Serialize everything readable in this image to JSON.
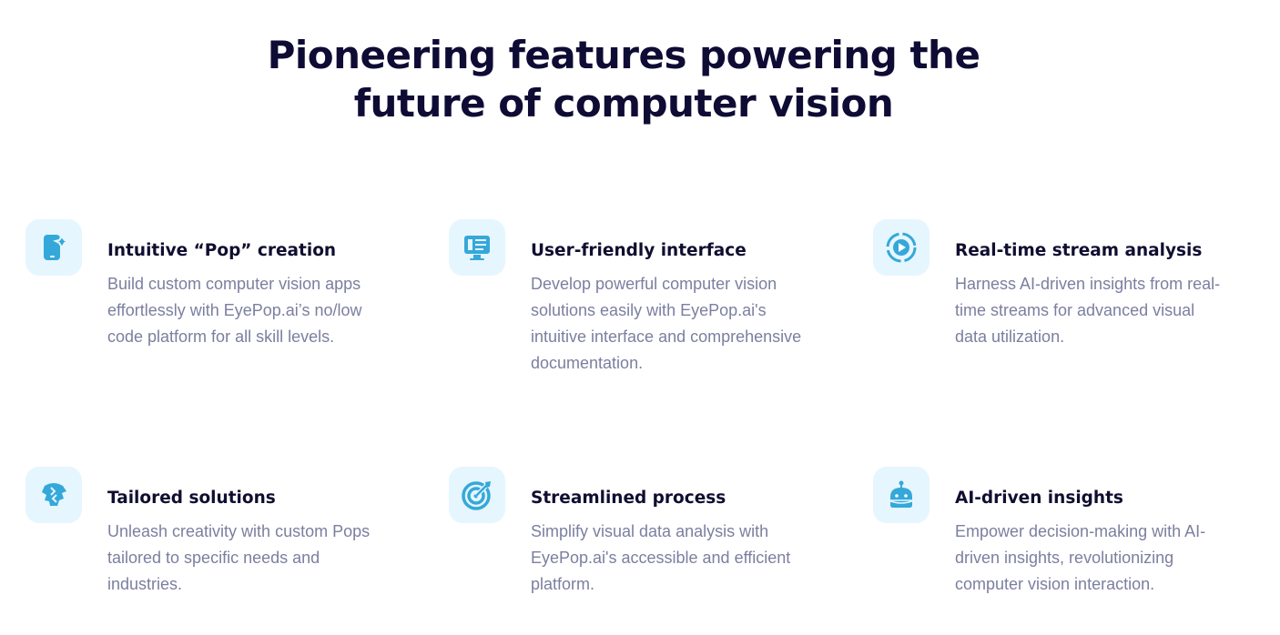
{
  "heading": {
    "line1": "Pioneering features powering the",
    "line2": "future of computer vision"
  },
  "accent": "#35a8da",
  "features": [
    {
      "icon": "phone-sparkle-icon",
      "title": "Intuitive “Pop” creation",
      "description": "Build custom computer vision apps effortlessly with EyePop.ai’s no/low code platform for all skill levels."
    },
    {
      "icon": "monitor-icon",
      "title": "User-friendly interface",
      "description": "Develop powerful computer vision solutions easily with EyePop.ai's intuitive interface and comprehensive documentation."
    },
    {
      "icon": "stream-play-icon",
      "title": "Real-time stream analysis",
      "description": "Harness AI-driven insights from real-time streams for advanced visual data utilization."
    },
    {
      "icon": "puzzle-head-icon",
      "title": "Tailored solutions",
      "description": "Unleash creativity with custom Pops tailored to specific needs and industries."
    },
    {
      "icon": "target-icon",
      "title": "Streamlined process",
      "description": "Simplify visual data analysis with EyePop.ai's accessible and efficient platform."
    },
    {
      "icon": "robot-icon",
      "title": "AI-driven insights",
      "description": "Empower decision-making with AI-driven insights, revolutionizing computer vision interaction."
    }
  ]
}
